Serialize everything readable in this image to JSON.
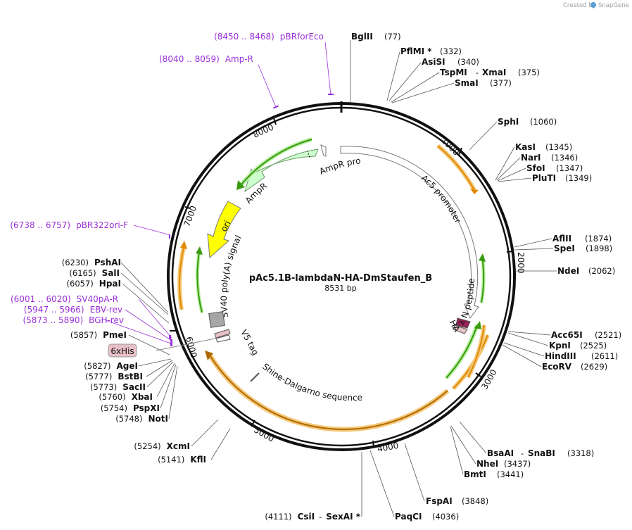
{
  "credit": {
    "text": "Created by",
    "brand": "SnapGene"
  },
  "plasmid": {
    "name": "pAc5.1B-lambdaN-HA-DmStaufen_B",
    "size_label": "8531 bp"
  },
  "ticks": [
    "1000",
    "2000",
    "3000",
    "4000",
    "5000",
    "6000",
    "7000",
    "8000"
  ],
  "enzymes": [
    {
      "name": "BglII",
      "position": "(77)"
    },
    {
      "name": "PflMI *",
      "position": "(332)"
    },
    {
      "name": "AsiSI",
      "position": "(340)"
    },
    {
      "name": "TspMI",
      "name2": "XmaI",
      "position": "(375)"
    },
    {
      "name": "SmaI",
      "position": "(377)"
    },
    {
      "name": "SphI",
      "position": "(1060)"
    },
    {
      "name": "KasI",
      "position": "(1345)"
    },
    {
      "name": "NarI",
      "position": "(1346)"
    },
    {
      "name": "SfoI",
      "position": "(1347)"
    },
    {
      "name": "PluTI",
      "position": "(1349)"
    },
    {
      "name": "AflII",
      "position": "(1874)"
    },
    {
      "name": "SpeI",
      "position": "(1898)"
    },
    {
      "name": "NdeI",
      "position": "(2062)"
    },
    {
      "name": "Acc65I",
      "position": "(2521)"
    },
    {
      "name": "KpnI",
      "position": "(2525)"
    },
    {
      "name": "HindIII",
      "position": "(2611)"
    },
    {
      "name": "EcoRV",
      "position": "(2629)"
    },
    {
      "name": "BsaAI",
      "name2": "SnaBI",
      "position": "(3318)"
    },
    {
      "name": "NheI",
      "position": "(3437)"
    },
    {
      "name": "BmtI",
      "position": "(3441)"
    },
    {
      "name": "FspAI",
      "position": "(3848)"
    },
    {
      "name": "PaqCI",
      "position": "(4036)"
    },
    {
      "name": "CsiI",
      "name2": "SexAI *",
      "position": "(4111)"
    },
    {
      "name": "KflI",
      "position": "(5141)"
    },
    {
      "name": "XcmI",
      "position": "(5254)"
    },
    {
      "name": "NotI",
      "position": "(5748)"
    },
    {
      "name": "PspXI",
      "position": "(5754)"
    },
    {
      "name": "XbaI",
      "position": "(5760)"
    },
    {
      "name": "SacII",
      "position": "(5773)"
    },
    {
      "name": "BstBI",
      "position": "(5777)"
    },
    {
      "name": "AgeI",
      "position": "(5827)"
    },
    {
      "name": "PmeI",
      "position": "(5857)"
    },
    {
      "name": "HpaI",
      "position": "(6057)"
    },
    {
      "name": "SalI",
      "position": "(6165)"
    },
    {
      "name": "PshAI",
      "position": "(6230)"
    }
  ],
  "primers": [
    {
      "range": "(8450 .. 8468)",
      "name": "pBRforEco"
    },
    {
      "range": "(8040 .. 8059)",
      "name": "Amp-R"
    },
    {
      "range": "(6738 .. 6757)",
      "name": "pBR322ori-F"
    },
    {
      "range": "(6001 .. 6020)",
      "name": "SV40pA-R"
    },
    {
      "range": "(5947 .. 5966)",
      "name": "EBV-rev"
    },
    {
      "range": "(5873 .. 5890)",
      "name": "BGH-rev"
    }
  ],
  "features": {
    "ampr_promoter": "AmpR promoter",
    "ampr": "AmpR",
    "ori": "ori",
    "sv40": "SV40 poly(A) signal",
    "v5": "V5 tag",
    "his": "6xHis",
    "shine": "Shine-Dalgarno sequence",
    "ac5": "Ac5 promoter",
    "lambda_n": "λ N peptide",
    "ha": "HA"
  },
  "colors": {
    "primer": "#9b30d9",
    "ampr": "#ccffcc",
    "ori": "#ffff00",
    "orf_fill": "#f5c87a",
    "orf_stroke": "#e08a00",
    "green_arrow": "#3a9a10",
    "his_tag": "#e8c0c8",
    "ha_tag": "#99225a"
  }
}
